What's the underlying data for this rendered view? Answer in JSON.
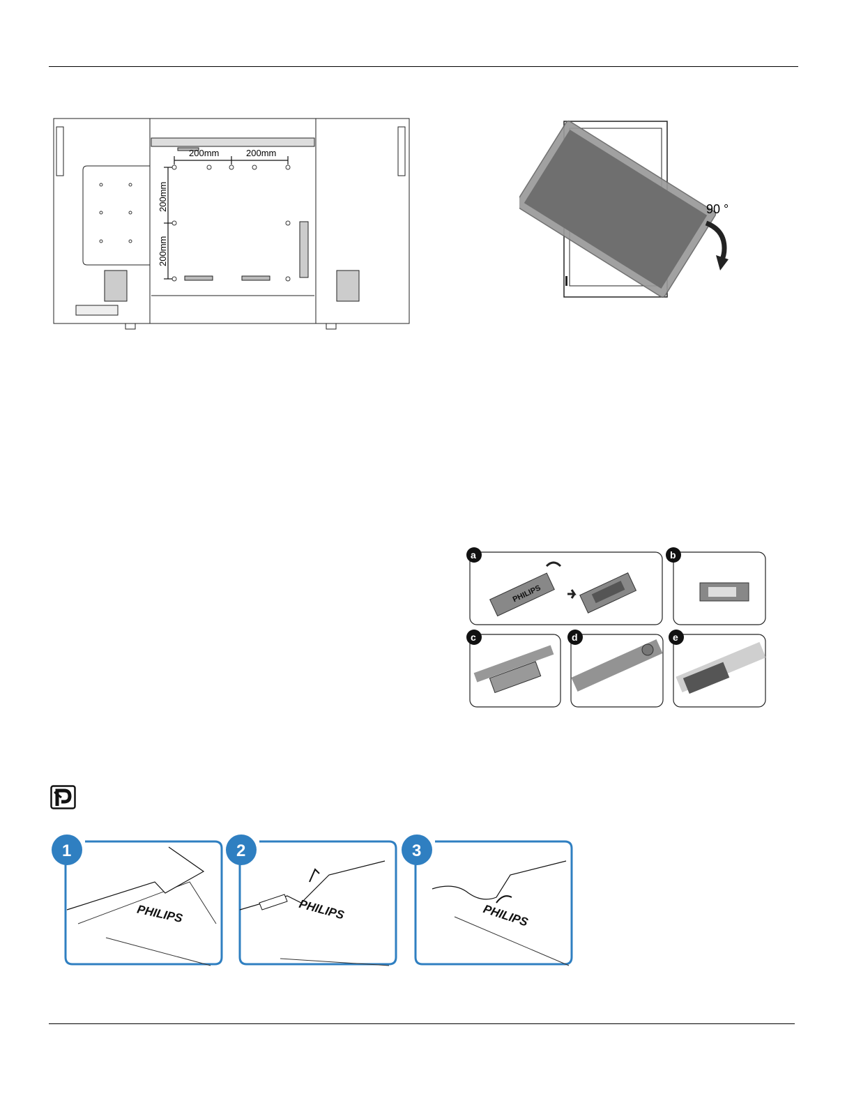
{
  "rear_view": {
    "dim_h1": "200mm",
    "dim_h2": "200mm",
    "dim_v1": "200mm",
    "dim_v2": "200mm"
  },
  "rotation": {
    "angle_label": "90 °"
  },
  "logo_steps": {
    "labels": [
      "a",
      "b",
      "c",
      "d",
      "e"
    ],
    "brand": "PHILIPS"
  },
  "film_steps": {
    "numbers": [
      "1",
      "2",
      "3"
    ],
    "brand": "PHILIPS"
  },
  "colors": {
    "accent_blue": "#2f7fc1",
    "panel_gray": "#8a8a8a"
  }
}
